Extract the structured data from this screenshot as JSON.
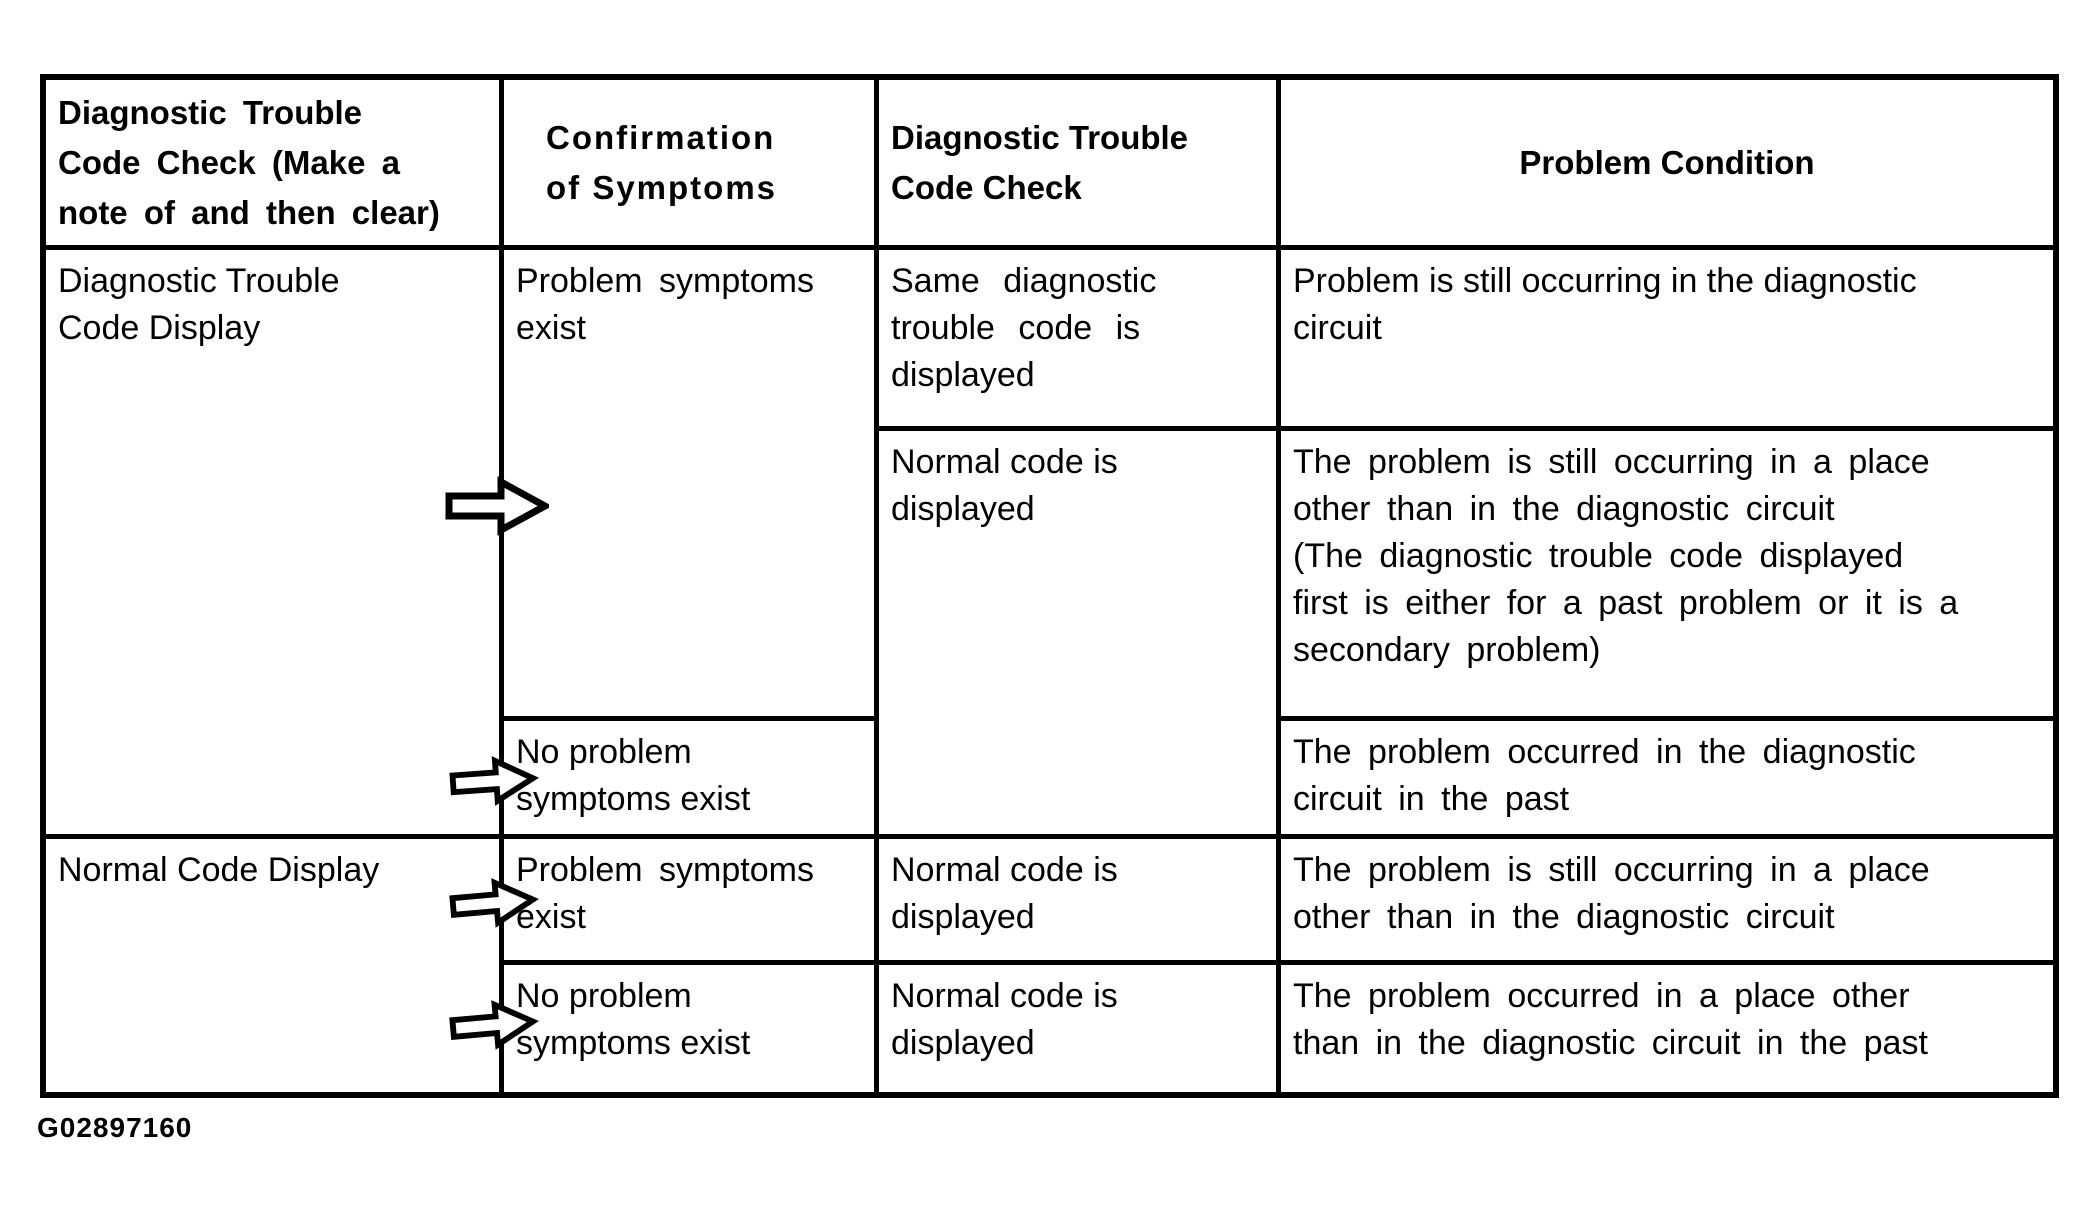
{
  "figure": {
    "id": "G02897160"
  },
  "table": {
    "header": {
      "dtc_check_clear": "Diagnostic Trouble\nCode Check (Make a\nnote of and then clear)",
      "confirmation_of_symptoms": "Confirmation\nof Symptoms",
      "dtc_check": "Diagnostic Trouble\nCode Check",
      "problem_condition": "Problem Condition"
    },
    "rows": {
      "dtc_display": "Diagnostic Trouble\nCode Display",
      "normal_code_display": "Normal Code Display",
      "problem_symptoms_exist_1": "Problem symptoms\nexist",
      "same_dtc_displayed": "Same diagnostic\ntrouble code is\ndisplayed",
      "problem_still_in_circuit": "Problem is still occurring in the diagnostic\ncircuit",
      "normal_code_displayed_1": "Normal code is\ndisplayed",
      "problem_other_place_secondary": "The problem is still occurring in a place\nother than in the diagnostic circuit\n(The diagnostic trouble code displayed\nfirst is either for a past problem or it is a\nsecondary problem)",
      "no_problem_symptoms_1": "No problem\nsymptoms exist",
      "problem_occurred_in_circuit_past": "The problem occurred in the diagnostic\ncircuit in the past",
      "problem_symptoms_exist_2": "Problem symptoms\nexist",
      "normal_code_displayed_2": "Normal code is\ndisplayed",
      "problem_still_other_place": "The problem is still occurring in a place\nother than in the diagnostic circuit",
      "no_problem_symptoms_2": "No problem\nsymptoms exist",
      "normal_code_displayed_3": "Normal code is\ndisplayed",
      "problem_occurred_other_place_past": "The problem occurred in a place other\nthan in the diagnostic circuit in the past"
    }
  }
}
